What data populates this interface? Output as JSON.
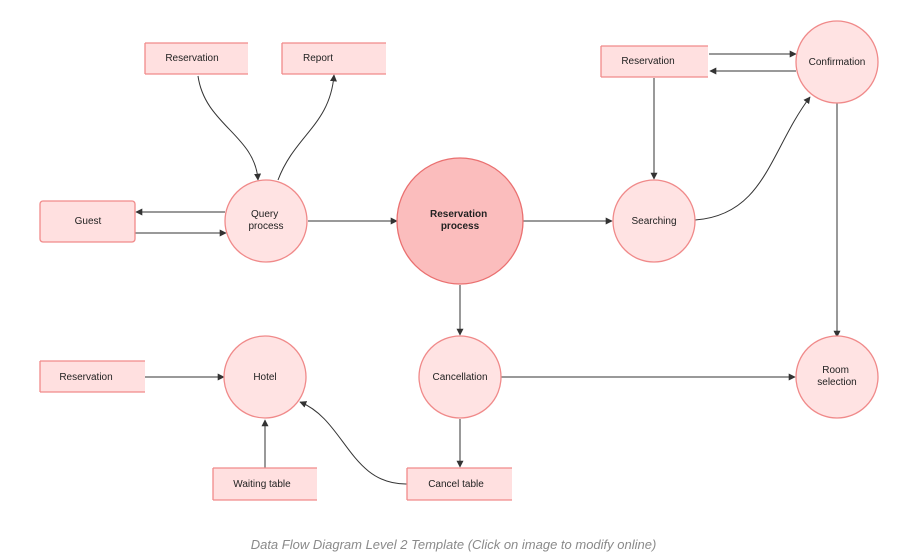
{
  "diagram": {
    "nodes": {
      "reservation_top": "Reservation",
      "report": "Report",
      "guest": "Guest",
      "query_process": [
        "Query",
        "process"
      ],
      "reservation_process": [
        "Reservation",
        "process"
      ],
      "reservation_right": "Reservation",
      "confirmation": "Confirmation",
      "searching": "Searching",
      "room_selection": [
        "Room",
        "selection"
      ],
      "reservation_bottom": "Reservation",
      "hotel": "Hotel",
      "cancellation": "Cancellation",
      "waiting_table": "Waiting table",
      "cancel_table": "Cancel table"
    }
  },
  "caption": "Data Flow Diagram Level 2 Template (Click on image to modify online)"
}
